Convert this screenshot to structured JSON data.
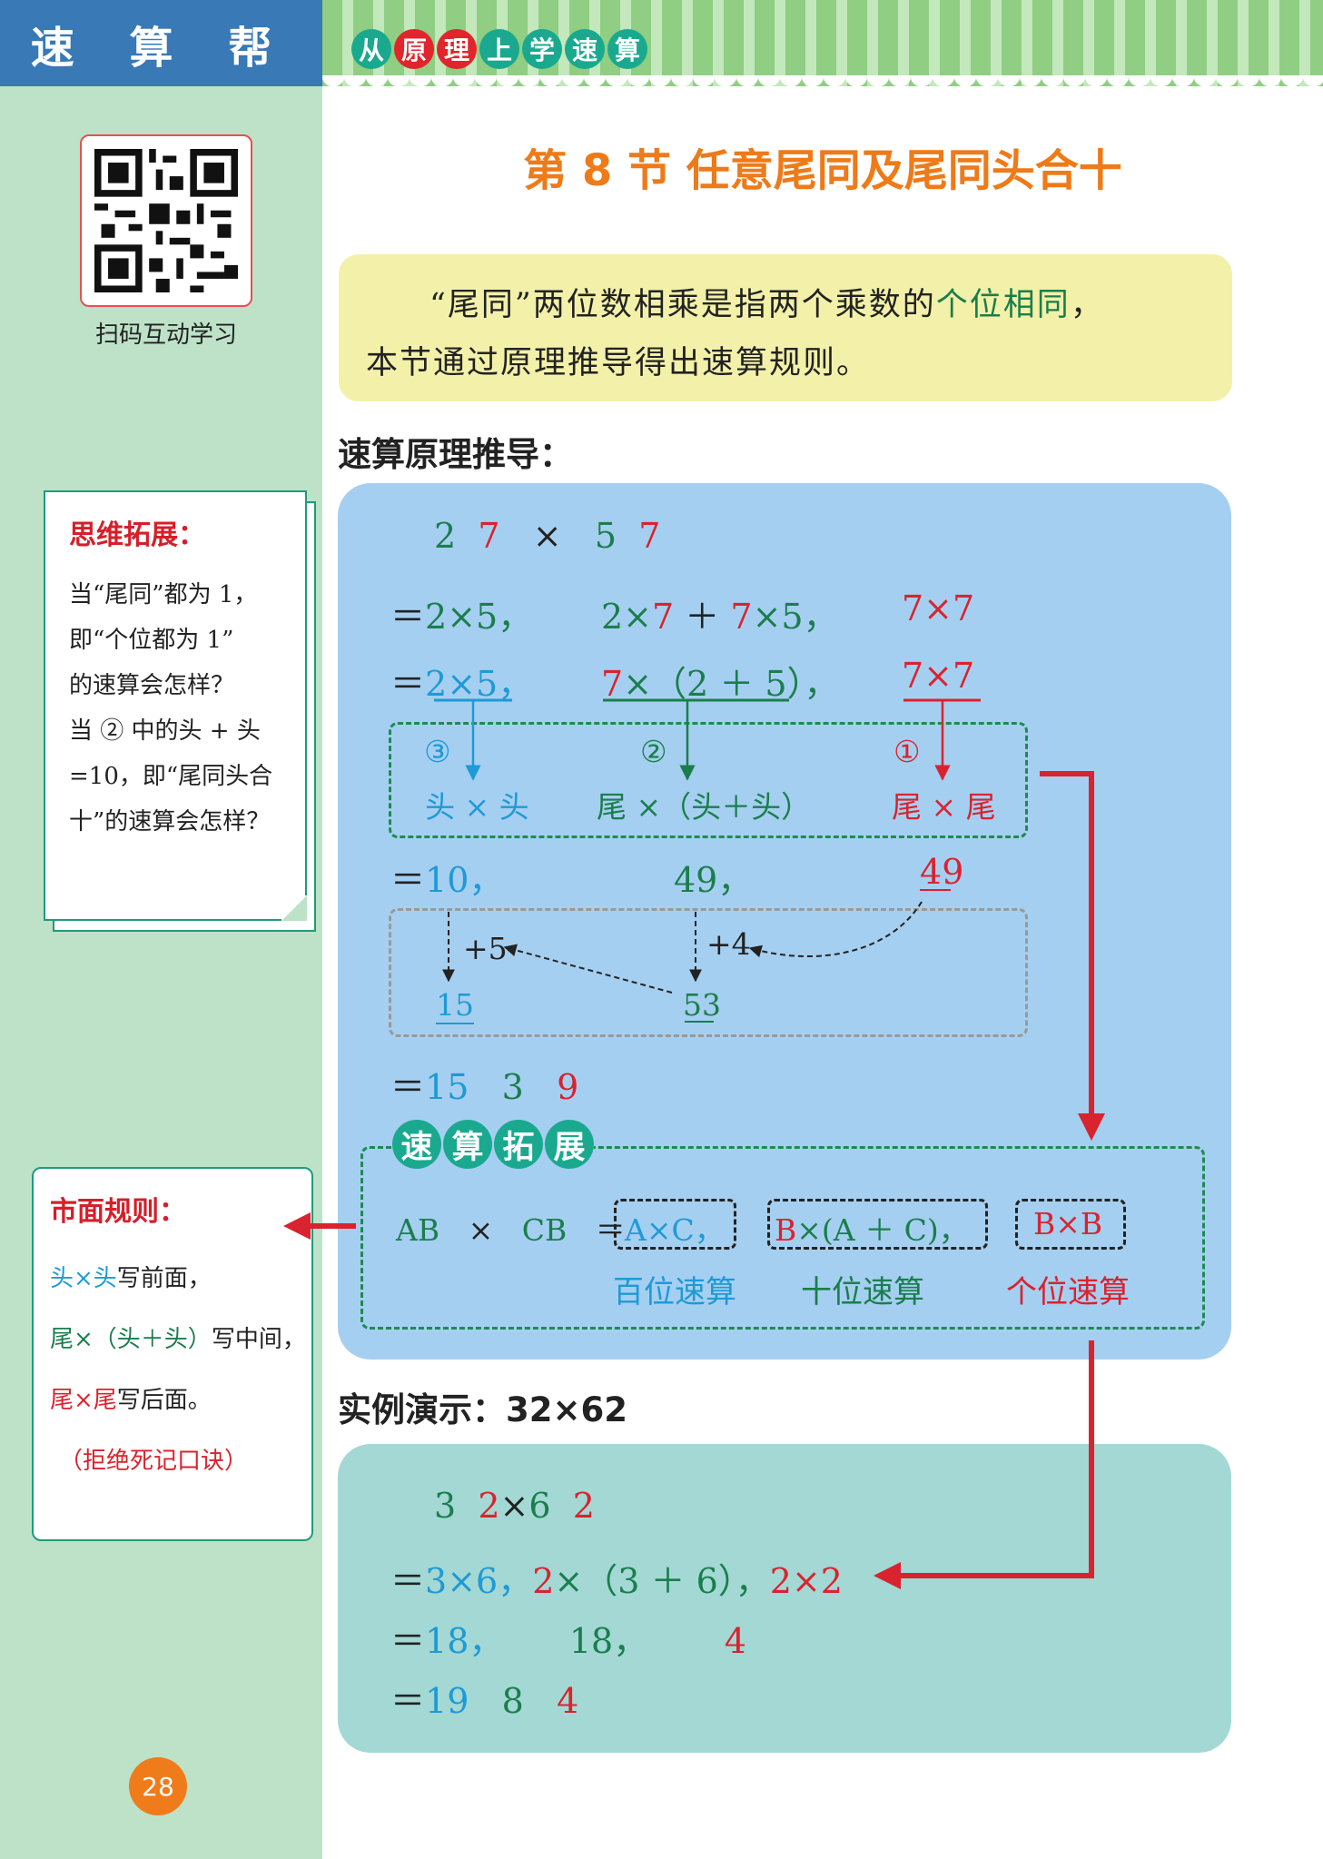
{
  "header": {
    "brand": "速 算 帮",
    "tagline": [
      "从",
      "原",
      "理",
      "上",
      "学",
      "速",
      "算"
    ]
  },
  "sidebar": {
    "qr_label": "扫码互动学习",
    "think": {
      "title": "思维拓展：",
      "lines": [
        "当“尾同”都为 1，",
        "即“个位都为 1”",
        "的速算会怎样？",
        "当 ② 中的头 + 头",
        "=10，即“尾同头合",
        "十”的速算会怎样？"
      ]
    },
    "market": {
      "title": "市面规则：",
      "line1": {
        "a": "头×头",
        "b": "写前面，"
      },
      "line2": {
        "a": "尾",
        "b": "×（头＋头）",
        "c": "写中间，"
      },
      "line3": {
        "a": "尾×尾",
        "b": "写后面。"
      },
      "line4": "（拒绝死记口诀）"
    },
    "page_number": "28"
  },
  "title": "第 8 节  任意尾同及尾同头合十",
  "intro": {
    "p1": "“尾同”两位数相乘是指两个乘数的",
    "highlight": "个位相同",
    "p1_end": "，",
    "p2": "本节通过原理推导得出速算规则。"
  },
  "derivation": {
    "heading": "速算原理推导：",
    "row0": {
      "a": "2",
      "b": "7",
      "op": "×",
      "c": "5",
      "d": "7"
    },
    "row1": {
      "eq": "＝",
      "a": "2×5，",
      "b1": "2×",
      "b2": "7",
      "b3": " ＋ ",
      "b4": "7",
      "b5": "×5，",
      "c": "7×7"
    },
    "row2": {
      "eq": "＝",
      "a": "2×5，",
      "b1": "7",
      "b2": "×（2 ＋ 5），",
      "c": "7×7"
    },
    "labels": {
      "n3": "③",
      "n2": "②",
      "n1": "①",
      "l3": "头 × 头",
      "l2": "尾 ×（头＋头）",
      "l1": "尾 × 尾"
    },
    "row3": {
      "eq": "＝",
      "a": "10，",
      "b": "49，",
      "c1": "4",
      "c2": "9"
    },
    "carry": {
      "p5": "+5",
      "p4": "+4",
      "r1": "15",
      "r2": "53"
    },
    "row4": {
      "eq": "＝",
      "a": "15",
      "b": "3",
      "c": "9"
    }
  },
  "extension": {
    "title": [
      "速",
      "算",
      "拓",
      "展"
    ],
    "formula": {
      "ab": "AB",
      "x": "×",
      "cb": "CB",
      "eq": "＝",
      "p1": "A×C，",
      "p2a": "B",
      "p2b": "×(A ＋ C)，",
      "p3": "B×B"
    },
    "labels": {
      "hundreds": "百位速算",
      "tens": "十位速算",
      "ones": "个位速算"
    }
  },
  "example": {
    "heading": "实例演示：32×62",
    "row0": {
      "a": "3",
      "b": "2",
      "x": "×",
      "c": "6",
      "d": "2"
    },
    "row1": {
      "eq": "＝",
      "a": "3×6，",
      "b1": "2",
      "b2": "×（3 ＋ 6），",
      "c": "2×2"
    },
    "row2": {
      "eq": "＝",
      "a": "18，",
      "b": "18，",
      "c": "4"
    },
    "row3": {
      "eq": "＝",
      "a": "19",
      "b": "8",
      "c": "4"
    }
  },
  "colors": {
    "blue": "#1e9ad6",
    "green": "#1a7e4c",
    "red": "#d9232e",
    "orange": "#ef7b1a",
    "header": "#3879b6",
    "sidebar": "#bde2c7"
  }
}
